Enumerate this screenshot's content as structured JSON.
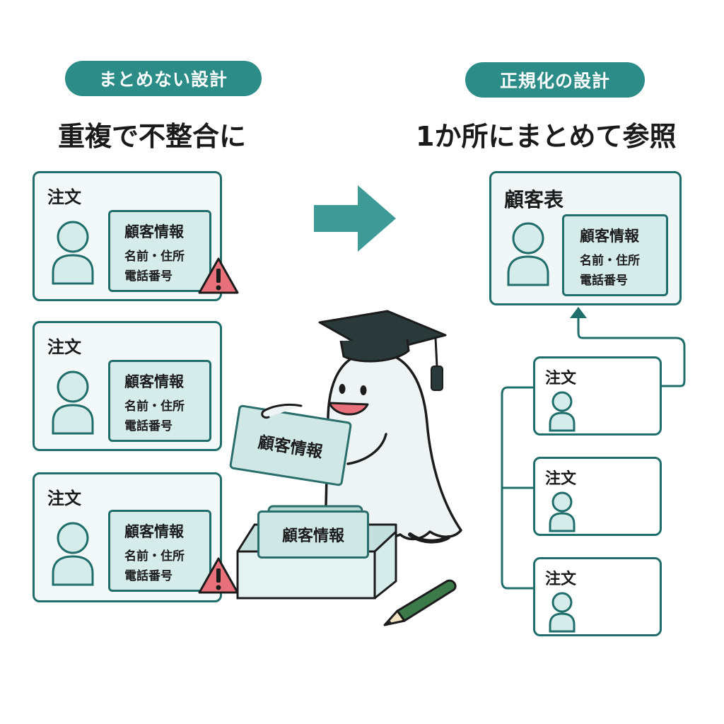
{
  "left": {
    "pill": "まとめない設計",
    "heading": "重複で不整合に",
    "cards": [
      {
        "title": "注文",
        "info_title": "顧客情報",
        "line1": "名前・住所",
        "line2": "電話番号",
        "warning": true
      },
      {
        "title": "注文",
        "info_title": "顧客情報",
        "line1": "名前・住所",
        "line2": "電話番号",
        "warning": false
      },
      {
        "title": "注文",
        "info_title": "顧客情報",
        "line1": "名前・住所",
        "line2": "電話番号",
        "warning": true
      }
    ]
  },
  "right": {
    "pill": "正規化の設計",
    "heading": "1か所にまとめて参照",
    "master": {
      "title": "顧客表",
      "info_title": "顧客情報",
      "line1": "名前・住所",
      "line2": "電話番号"
    },
    "orders": [
      {
        "title": "注文"
      },
      {
        "title": "注文"
      },
      {
        "title": "注文"
      }
    ]
  },
  "center": {
    "held_card": "顧客情報",
    "box_card": "顧客情報"
  },
  "colors": {
    "teal": "#2b8c88",
    "border": "#1f6e6c",
    "light": "#d6ecea",
    "warning": "#e8707a"
  }
}
